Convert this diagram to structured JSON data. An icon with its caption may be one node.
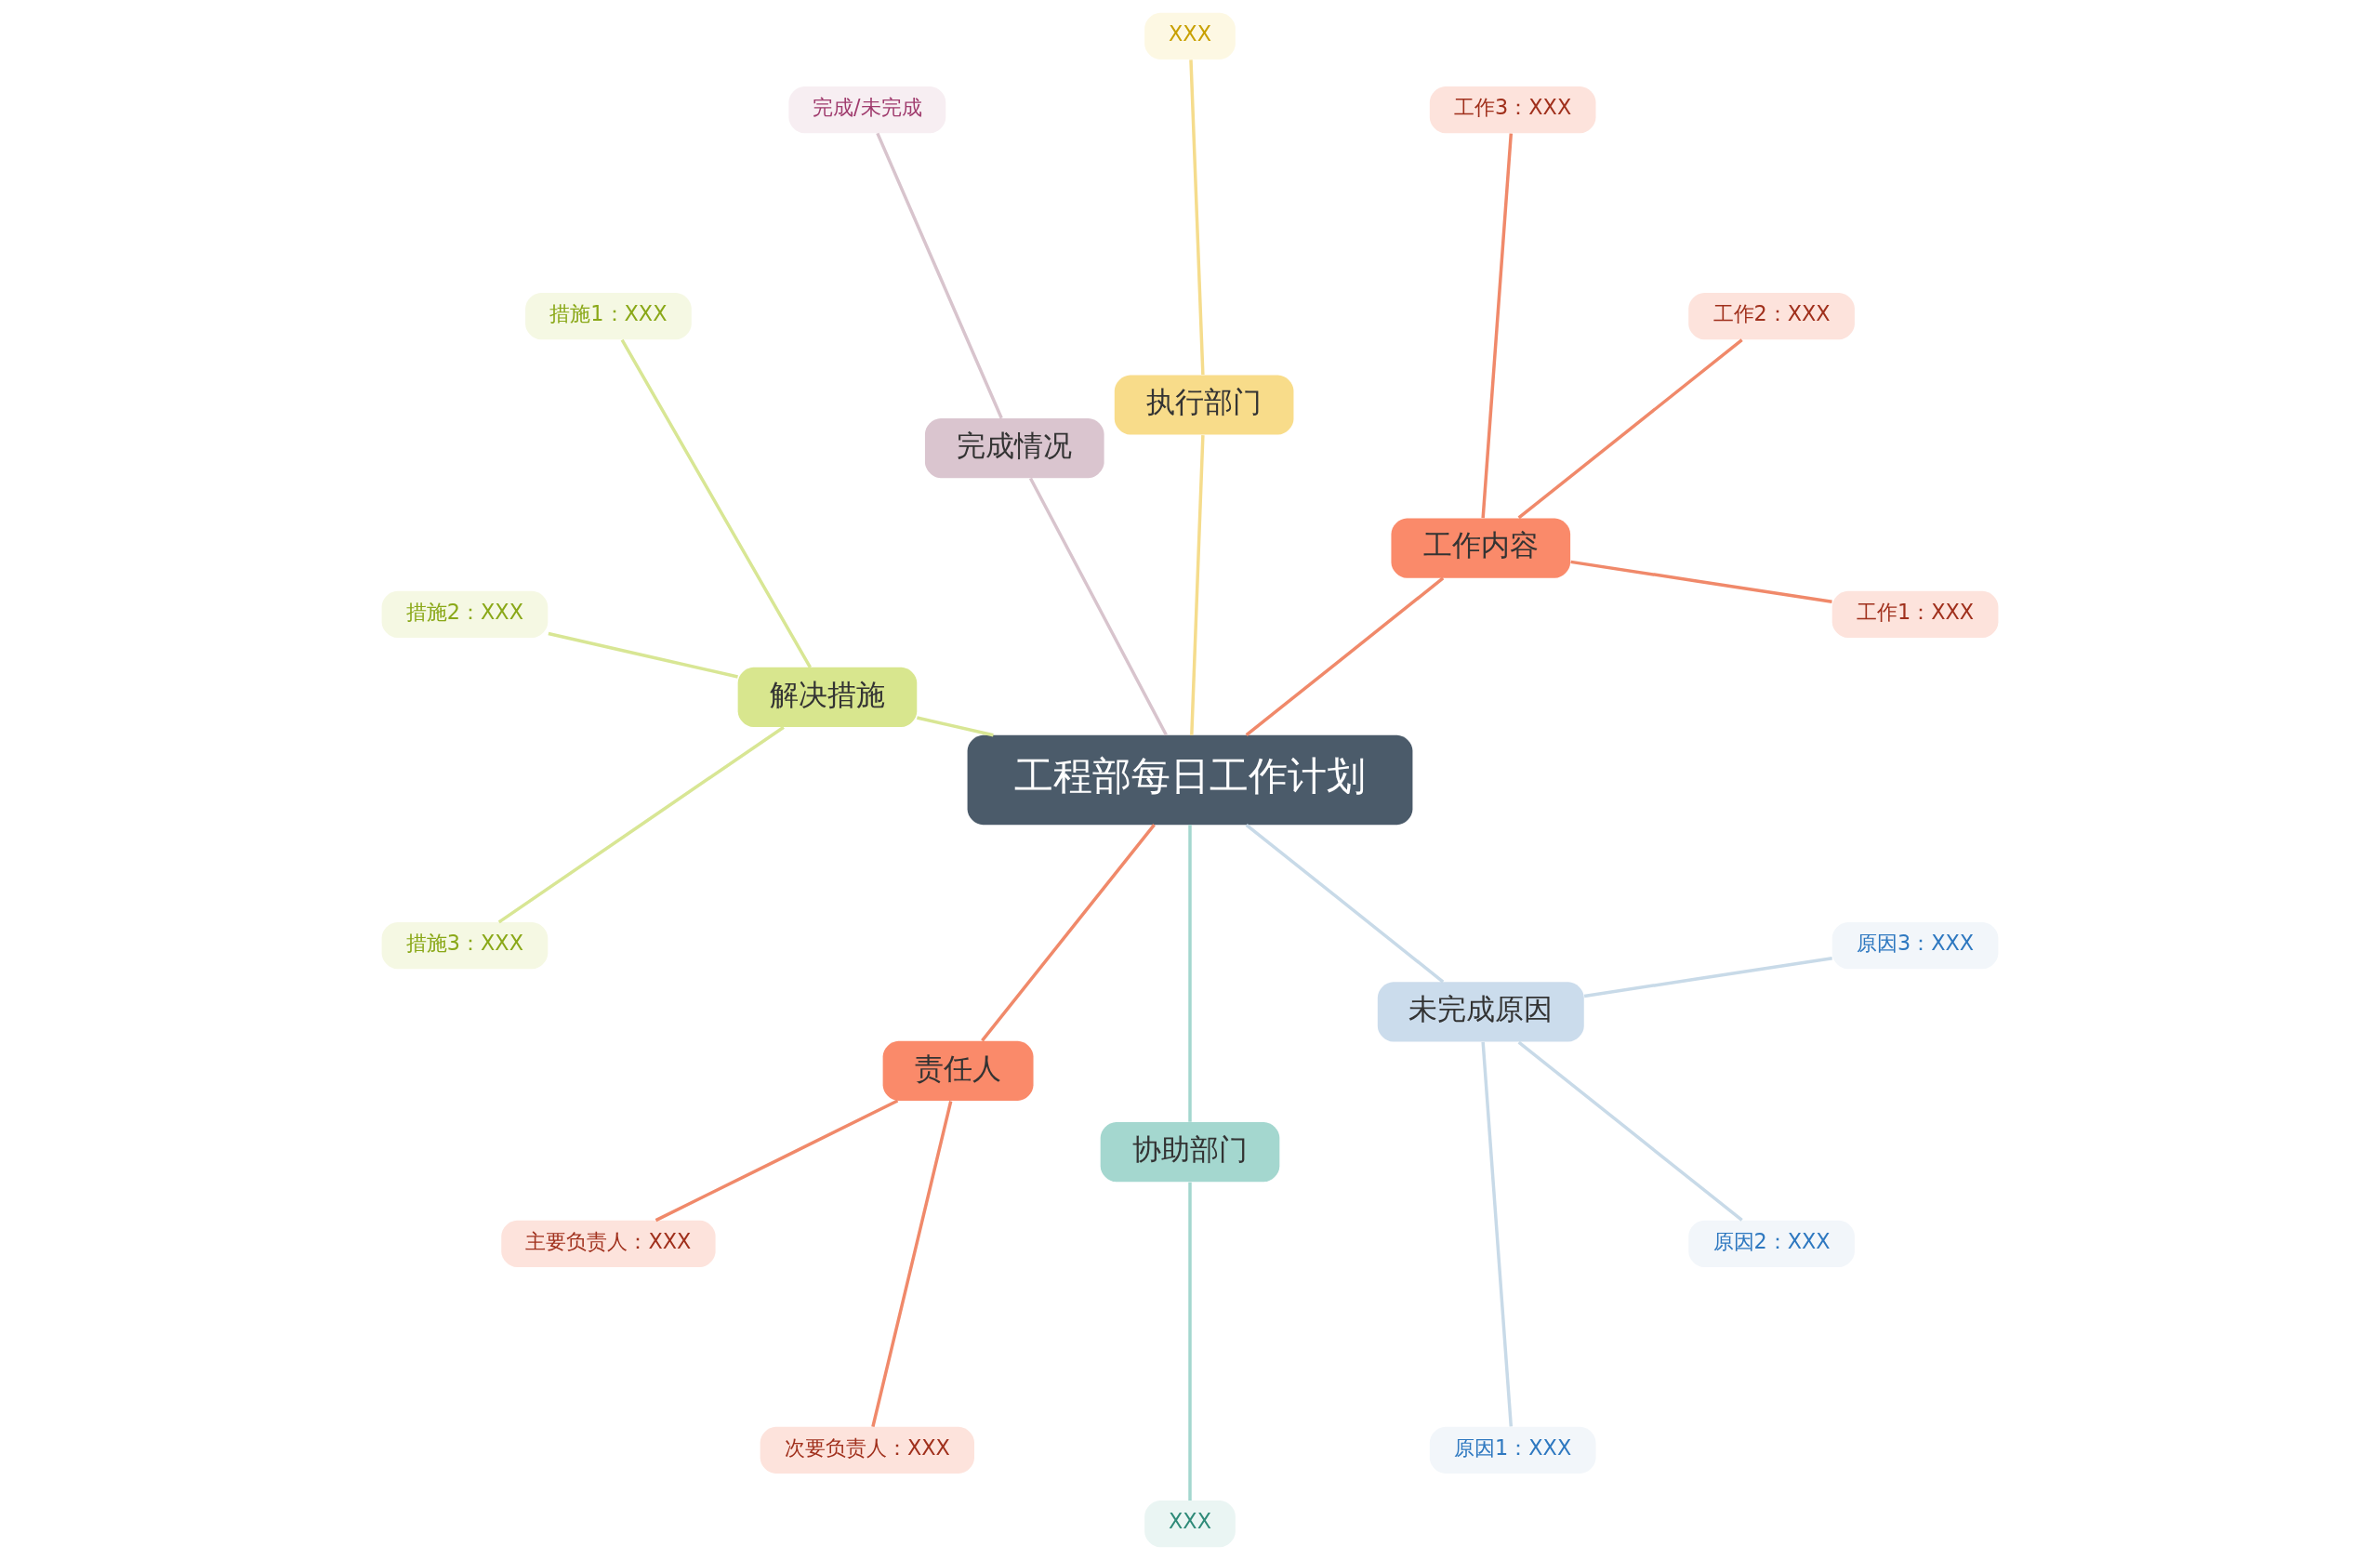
{
  "diagram": {
    "nodes": [
      {
        "text": [
          "工程部每日工作计划"
        ]
      },
      {
        "text": [
          "工作内容"
        ]
      },
      {
        "text": [
          "工作1：XXX"
        ]
      },
      {
        "text": [
          "工作2：XXX"
        ]
      },
      {
        "text": [
          "工作3：XXX"
        ]
      },
      {
        "text": [
          "执行部门"
        ]
      },
      {
        "text": [
          "XXX"
        ]
      },
      {
        "text": [
          "完成情况"
        ]
      },
      {
        "text": [
          "完成/未完成"
        ]
      },
      {
        "text": [
          "解决措施"
        ]
      },
      {
        "text": [
          "措施1：XXX"
        ]
      },
      {
        "text": [
          "措施2：XXX"
        ]
      },
      {
        "text": [
          "措施3：XXX"
        ]
      },
      {
        "text": [
          "责任人"
        ]
      },
      {
        "text": [
          "主要负责人：XXX"
        ]
      },
      {
        "text": [
          "次要负责人：XXX"
        ]
      },
      {
        "text": [
          "协助部门"
        ]
      },
      {
        "text": [
          "XXX"
        ]
      },
      {
        "text": [
          "未完成原因"
        ]
      },
      {
        "text": [
          "原因1：XXX"
        ]
      },
      {
        "text": [
          "原因2：XXX"
        ]
      },
      {
        "text": [
          "原因3：XXX"
        ]
      }
    ],
    "edges": [
      {
        "from": 0,
        "to": 1,
        "arrow": "none",
        "color": "#f0896a"
      },
      {
        "from": 1,
        "to": 2,
        "arrow": "none",
        "color": "#f0896a"
      },
      {
        "from": 1,
        "to": 3,
        "arrow": "none",
        "color": "#f0896a"
      },
      {
        "from": 1,
        "to": 4,
        "arrow": "none",
        "color": "#f0896a"
      },
      {
        "from": 0,
        "to": 5,
        "arrow": "none",
        "color": "#f5dc8c"
      },
      {
        "from": 5,
        "to": 6,
        "arrow": "none",
        "color": "#f5dc8c"
      },
      {
        "from": 0,
        "to": 7,
        "arrow": "none",
        "color": "#d8c4cd"
      },
      {
        "from": 7,
        "to": 8,
        "arrow": "none",
        "color": "#d8c4cd"
      },
      {
        "from": 0,
        "to": 9,
        "arrow": "none",
        "color": "#d8e694"
      },
      {
        "from": 9,
        "to": 10,
        "arrow": "none",
        "color": "#d8e694"
      },
      {
        "from": 9,
        "to": 11,
        "arrow": "none",
        "color": "#d8e694"
      },
      {
        "from": 9,
        "to": 12,
        "arrow": "none",
        "color": "#d8e694"
      },
      {
        "from": 0,
        "to": 13,
        "arrow": "none",
        "color": "#f0896a"
      },
      {
        "from": 13,
        "to": 14,
        "arrow": "none",
        "color": "#f0896a"
      },
      {
        "from": 13,
        "to": 15,
        "arrow": "none",
        "color": "#f0896a"
      },
      {
        "from": 0,
        "to": 16,
        "arrow": "none",
        "color": "#a4d7cf"
      },
      {
        "from": 16,
        "to": 17,
        "arrow": "none",
        "color": "#a4d7cf"
      },
      {
        "from": 0,
        "to": 18,
        "arrow": "none",
        "color": "#c8dae8"
      },
      {
        "from": 18,
        "to": 19,
        "arrow": "none",
        "color": "#c8dae8"
      },
      {
        "from": 18,
        "to": 20,
        "arrow": "none",
        "color": "#c8dae8"
      },
      {
        "from": 18,
        "to": 21,
        "arrow": "none",
        "color": "#c8dae8"
      }
    ]
  }
}
